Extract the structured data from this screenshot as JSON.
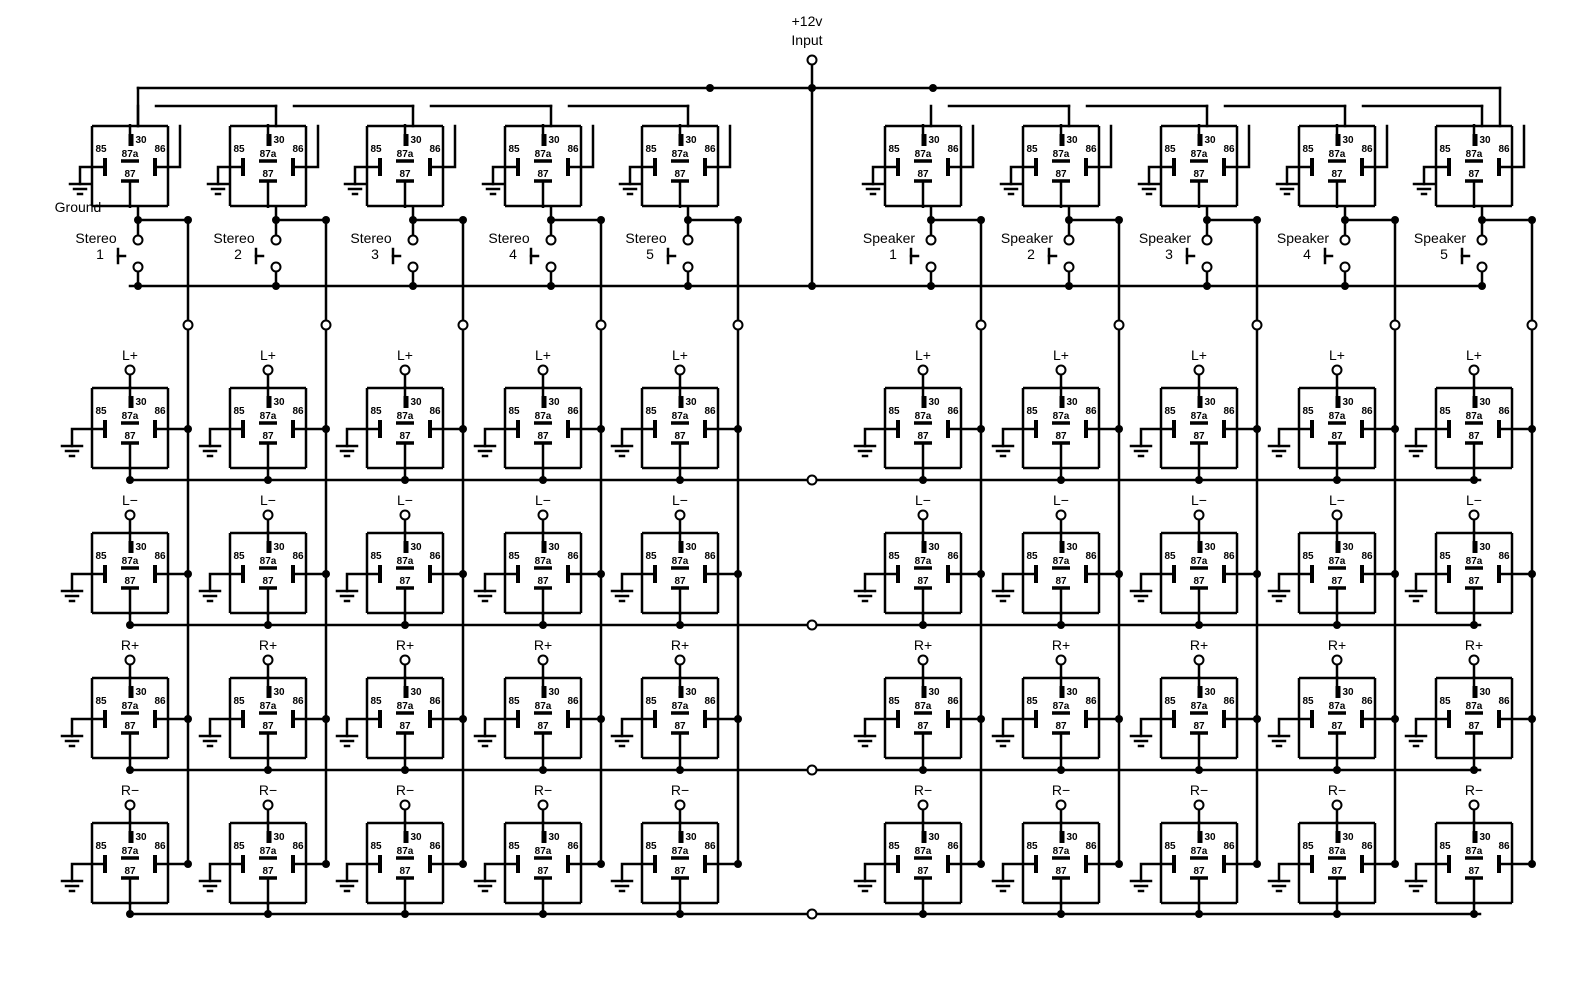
{
  "input": {
    "line1": "+12v",
    "line2": "Input"
  },
  "ground_label": "Ground",
  "pins": {
    "p85": "85",
    "p86": "86",
    "p87": "87",
    "p87a": "87a",
    "p30": "30"
  },
  "control_groups": [
    {
      "name": "Stereo",
      "numbers": [
        "1",
        "2",
        "3",
        "4",
        "5"
      ]
    },
    {
      "name": "Speaker",
      "numbers": [
        "1",
        "2",
        "3",
        "4",
        "5"
      ]
    }
  ],
  "output_rows": [
    "L+",
    "L−",
    "R+",
    "R−"
  ]
}
